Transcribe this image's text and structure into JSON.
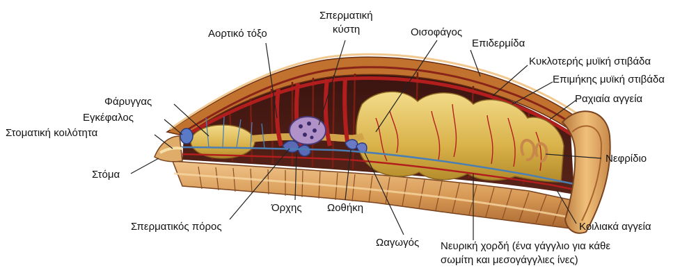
{
  "labels": {
    "aortic_arch": "Αορτικό τόξο",
    "seminal_vesicle_1": "Σπερματική",
    "seminal_vesicle_2": "κύστη",
    "esophagus": "Οισοφάγος",
    "epidermis": "Επιδερμίδα",
    "circular_muscle": "Κυκλοτερής μυϊκή στιβάδα",
    "longitudinal_muscle": "Επιμήκης μυϊκή στιβάδα",
    "dorsal_vessels": "Ραχιαία αγγεία",
    "pharynx": "Φάρυγγας",
    "brain": "Εγκέφαλος",
    "buccal_cavity": "Στοματική κοιλότητα",
    "nephridium": "Νεφρίδιο",
    "mouth": "Στόμα",
    "testis": "Όρχης",
    "ovary": "Ωοθήκη",
    "ventral_vessels": "Κοιλιακά αγγεία",
    "sperm_duct": "Σπερματικός πόρος",
    "oviduct": "Ωαγωγός",
    "nerve_cord_1": "Νευρική χορδή (ένα γάγγλιο για κάθε",
    "nerve_cord_2": "σωμίτη και μεσογάγγλιες ίνες)"
  },
  "colors": {
    "skin": "#c88a4a",
    "segment_band": "#e8b27a",
    "muscle": "#9c2a1e",
    "vessel": "#b21e1e",
    "gut": "#d9b24a",
    "nerve": "#4a7fb5",
    "reproductive": "#6a5aa8",
    "leader_line": "#222222"
  }
}
